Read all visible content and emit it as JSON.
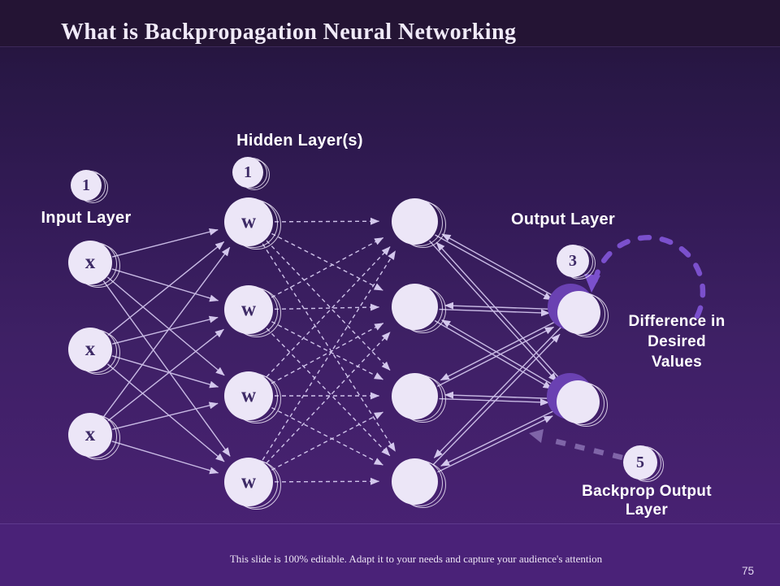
{
  "title": "What is Backpropagation Neural Networking",
  "footer_note": "This slide is 100% editable. Adapt it to your needs and capture your audience's attention",
  "slide_number": "75",
  "labels": {
    "input_layer": "Input Layer",
    "hidden_layer": "Hidden Layer(s)",
    "output_layer": "Output Layer",
    "difference": "Difference in\nDesired\nValues",
    "backprop": "Backprop Output\nLayer"
  },
  "badges": {
    "input": "1",
    "hidden": "1",
    "output": "3",
    "backprop": "5"
  },
  "node_labels": {
    "input": "x",
    "hidden": "w"
  },
  "diagram": {
    "layers": [
      {
        "name": "Input Layer",
        "nodes": 3,
        "node_text": "x"
      },
      {
        "name": "Hidden Layer(s) - first",
        "nodes": 4,
        "node_text": "w"
      },
      {
        "name": "Hidden Layer(s) - second",
        "nodes": 4,
        "node_text": ""
      },
      {
        "name": "Output Layer",
        "nodes": 2,
        "node_text": ""
      }
    ],
    "connections": [
      {
        "from": "input",
        "to": "hidden1",
        "style": "solid-arrow"
      },
      {
        "from": "hidden1",
        "to": "hidden2",
        "style": "dashed-arrow"
      },
      {
        "from": "hidden2",
        "to": "output",
        "style": "solid-arrow-bidirectional"
      }
    ],
    "annotations": [
      {
        "text": "Difference in Desired Values",
        "marker": "dashed purple arc arrow into top output node"
      },
      {
        "text": "Backprop Output Layer",
        "marker": "dashed muted arrow pointing left toward bottom output node"
      }
    ]
  },
  "colors": {
    "background_top": "#231336",
    "background_bottom": "#4a2277",
    "header_band": "#241434",
    "footer_band": "#4a2278",
    "node_fill": "#ece6f7",
    "node_text": "#3d2a66",
    "output_node_shadow": "#6a41b2",
    "wire": "#c9bbe5",
    "arc_arrow": "#7b50cd",
    "backprop_arrow": "#a48fcd",
    "label_text": "#ffffff"
  }
}
